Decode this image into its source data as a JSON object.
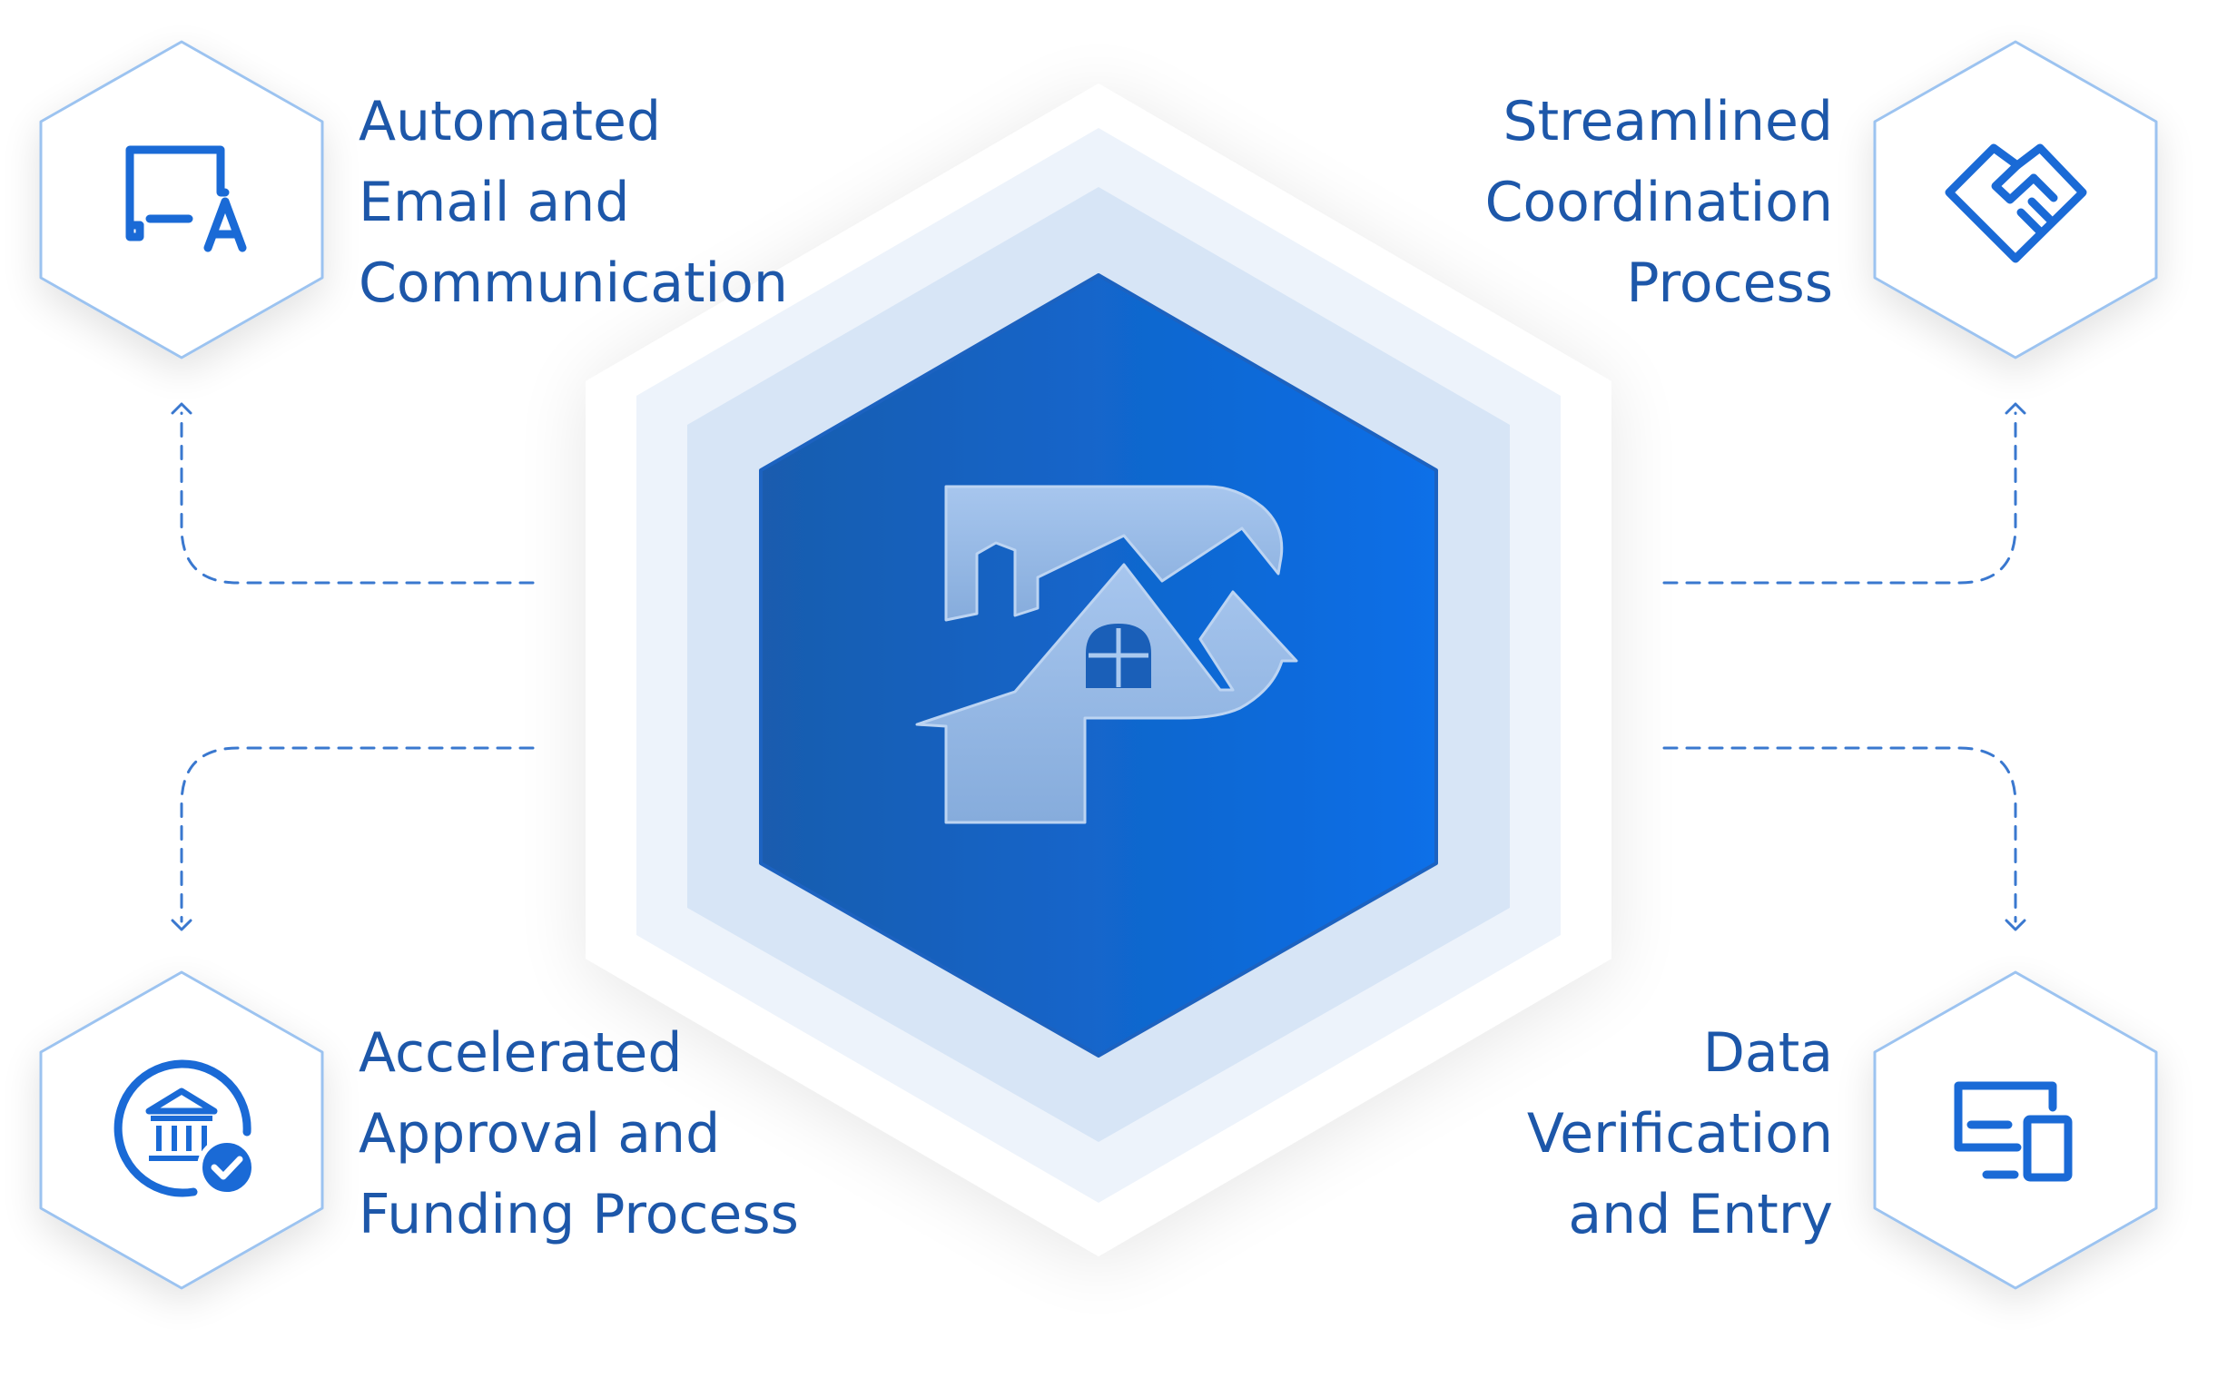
{
  "colors": {
    "text": "#1d57a9",
    "accent": "#1a6fdc",
    "accent_dark": "#1c5db0",
    "hex_border": "#9cc3f0",
    "connector": "#3a78cf",
    "halo_outer": "#edf3fb",
    "halo_inner": "#d6e4f5",
    "logo_fill": "#a9c9ef"
  },
  "center": {
    "logo_icon": "house-p-logo-icon"
  },
  "features": [
    {
      "id": "top-left",
      "icon": "chat-text-icon",
      "lines": [
        "Automated",
        "Email and",
        "Communication"
      ]
    },
    {
      "id": "top-right",
      "icon": "handshake-icon",
      "lines": [
        "Streamlined",
        "Coordination",
        "Process"
      ]
    },
    {
      "id": "bottom-left",
      "icon": "bank-check-icon",
      "lines": [
        "Accelerated",
        "Approval and",
        "Funding Process"
      ]
    },
    {
      "id": "bottom-right",
      "icon": "devices-icon",
      "lines": [
        "Data",
        "Verification",
        "and Entry"
      ]
    }
  ]
}
